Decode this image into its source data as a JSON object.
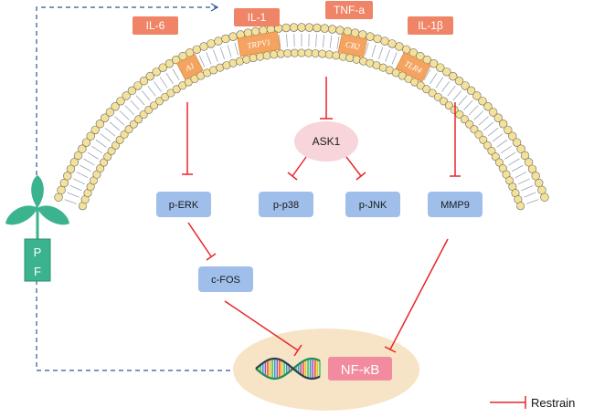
{
  "cytokines": [
    {
      "id": "il6",
      "label": "IL-6"
    },
    {
      "id": "il1",
      "label": "IL-1"
    },
    {
      "id": "tnfa",
      "label": "TNF-a"
    },
    {
      "id": "il1b",
      "label": "IL-1β"
    }
  ],
  "receptors": [
    {
      "id": "a1",
      "label": "A1"
    },
    {
      "id": "trpv1",
      "label": "TRPV1"
    },
    {
      "id": "cb2",
      "label": "CB2"
    },
    {
      "id": "tlr4",
      "label": "TLR4"
    }
  ],
  "nodes": {
    "ask1": "ASK1",
    "perk": "p-ERK",
    "pp38": "p-p38",
    "pjnk": "p-JNK",
    "mmp9": "MMP9",
    "cfos": "c-FOS",
    "nfkb": "NF-κB"
  },
  "pf": {
    "top": "P",
    "bottom": "F"
  },
  "legend": {
    "label": "Restrain"
  },
  "colors": {
    "cytokine": "#ef8467",
    "receptor": "#f4a460",
    "node": "#9fbfea",
    "ask1": "#f8d5da",
    "nucleus": "#f7e4c6",
    "nfkb": "#f28aa0",
    "inhibit": "#e8262a",
    "dashed": "#2f5597",
    "pf": "#3cb38f"
  }
}
